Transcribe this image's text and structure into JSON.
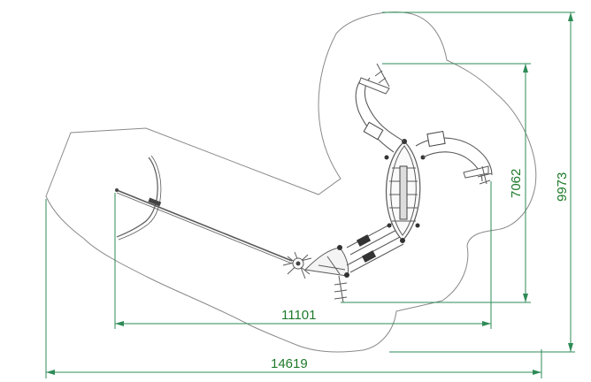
{
  "dimensions": {
    "overall_width": "14619",
    "structure_width": "11101",
    "overall_height": "9973",
    "structure_height": "7062"
  },
  "colors": {
    "dimension_line": "#2e8b57",
    "dimension_text": "#1e7a2a",
    "outline": "#7a7a7a",
    "equipment": "#5a5a5a",
    "background": "#ffffff"
  }
}
